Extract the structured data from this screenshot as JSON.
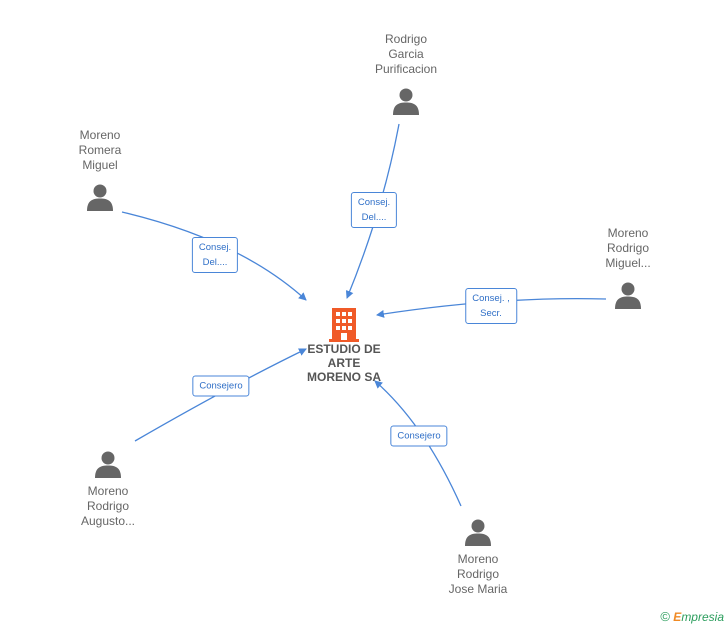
{
  "center": {
    "name_lines": [
      "ESTUDIO DE",
      "ARTE",
      "MORENO SA"
    ],
    "icon": "building-icon",
    "icon_color": "#f05a28"
  },
  "people": [
    {
      "id": "rodrigo-garcia",
      "name_lines": [
        "Rodrigo",
        "Garcia",
        "Purificacion"
      ],
      "role_lines": [
        "Consej.",
        "Del...."
      ]
    },
    {
      "id": "moreno-romera",
      "name_lines": [
        "Moreno",
        "Romera",
        "Miguel"
      ],
      "role_lines": [
        "Consej.",
        "Del...."
      ]
    },
    {
      "id": "moreno-rodrigo-miguel",
      "name_lines": [
        "Moreno",
        "Rodrigo",
        "Miguel..."
      ],
      "role_lines": [
        "Consej. ,",
        "Secr."
      ]
    },
    {
      "id": "moreno-rodrigo-augusto",
      "name_lines": [
        "Moreno",
        "Rodrigo",
        "Augusto..."
      ],
      "role_lines": [
        "Consejero"
      ]
    },
    {
      "id": "moreno-rodrigo-jose",
      "name_lines": [
        "Moreno",
        "Rodrigo",
        "Jose Maria"
      ],
      "role_lines": [
        "Consejero"
      ]
    }
  ],
  "colors": {
    "edge": "#4a86d8",
    "person_icon": "#666666",
    "label_text": "#2f6fc7"
  },
  "brand": {
    "symbol": "©",
    "initial": "E",
    "rest": "mpresia"
  }
}
